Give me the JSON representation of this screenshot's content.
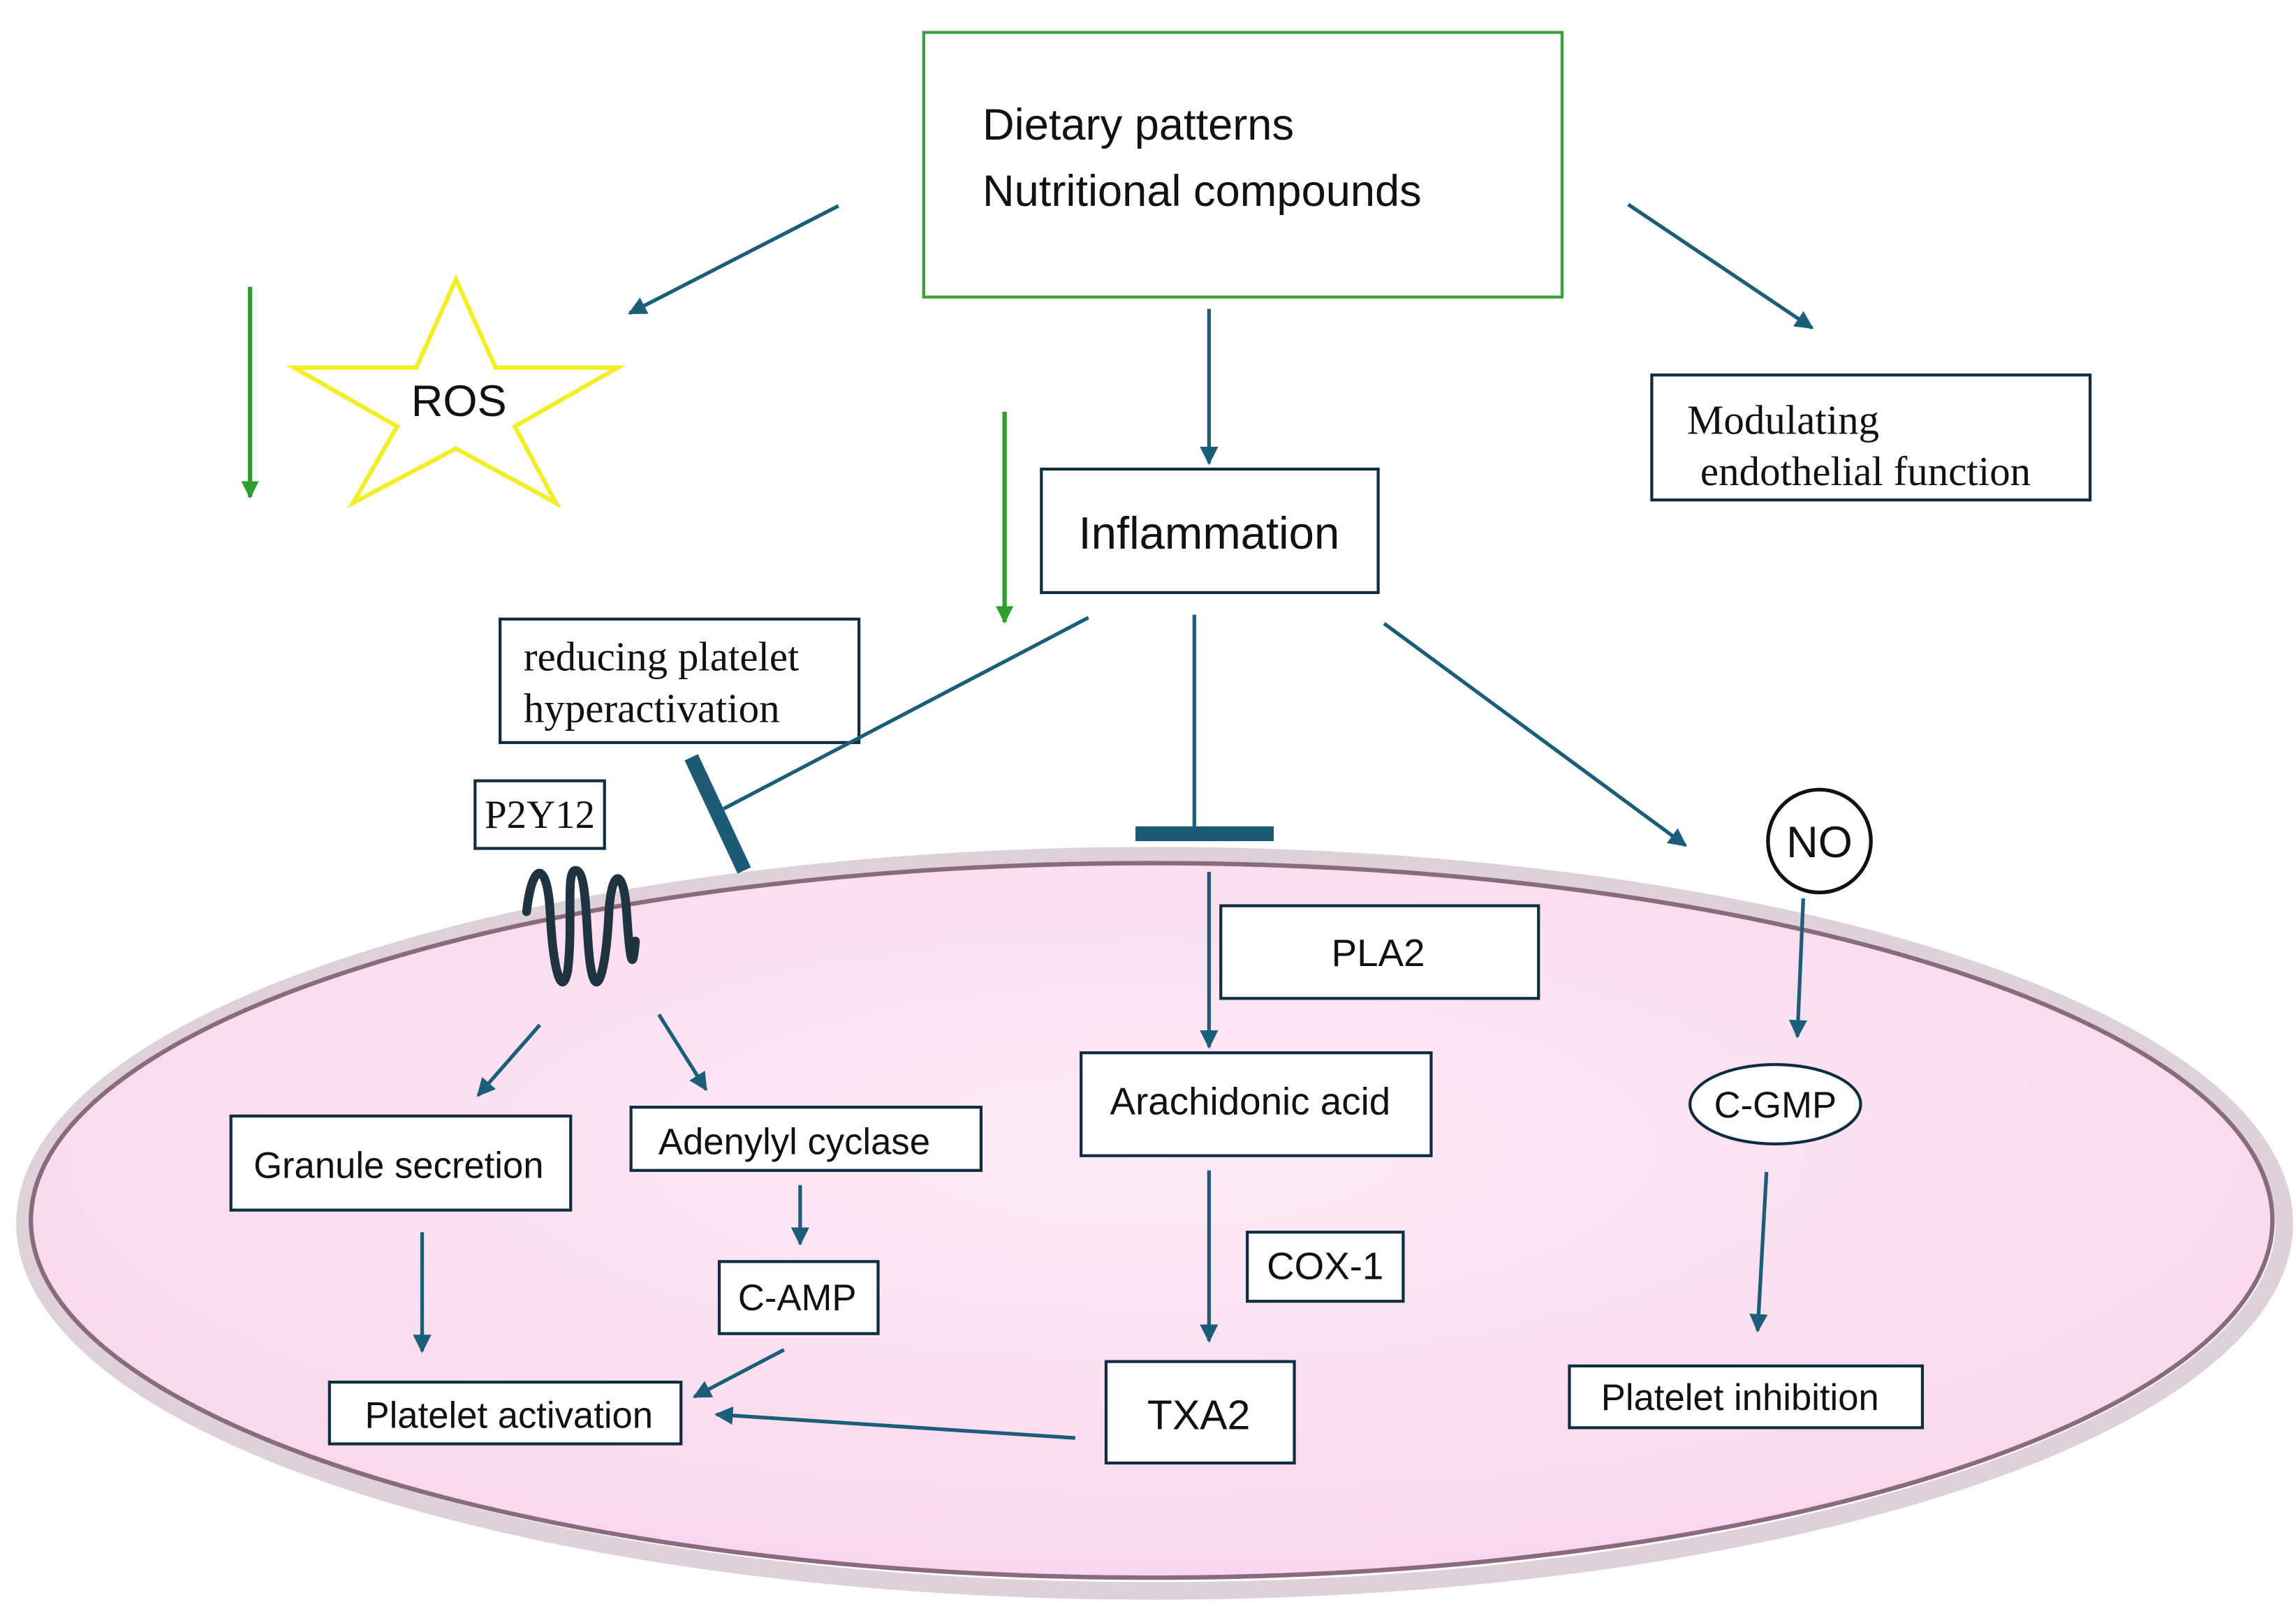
{
  "colors": {
    "arrow": "#1b5e7a",
    "green": "#2e9e2e",
    "box_border": "#0f2d40",
    "source_box_border": "#3aa03a",
    "cell_fill": "#fbe4f4",
    "cell_border": "#8a6a7f",
    "ros_star": "#f2ee2a",
    "inhibitor": "#1c5a75"
  },
  "source": {
    "line1": "Dietary patterns",
    "line2": "Nutritional compounds"
  },
  "ros": {
    "label": "ROS"
  },
  "endothelial": {
    "line1": "Modulating",
    "line2": "endothelial function"
  },
  "inflammation": {
    "label": "Inflammation"
  },
  "platelet_hyper": {
    "line1": "reducing platelet",
    "line2": "hyperactivation"
  },
  "p2y12": {
    "label": "P2Y12"
  },
  "no": {
    "label": "NO"
  },
  "nodes": {
    "pla2": "PLA2",
    "arachidonic": "Arachidonic acid",
    "cox1": "COX-1",
    "txa2": "TXA2",
    "granule": "Granule secretion",
    "adenylyl": "Adenylyl cyclase",
    "camp": "C-AMP",
    "platelet_activation": "Platelet activation",
    "cgmp": "C-GMP",
    "platelet_inhibition": "Platelet inhibition"
  }
}
